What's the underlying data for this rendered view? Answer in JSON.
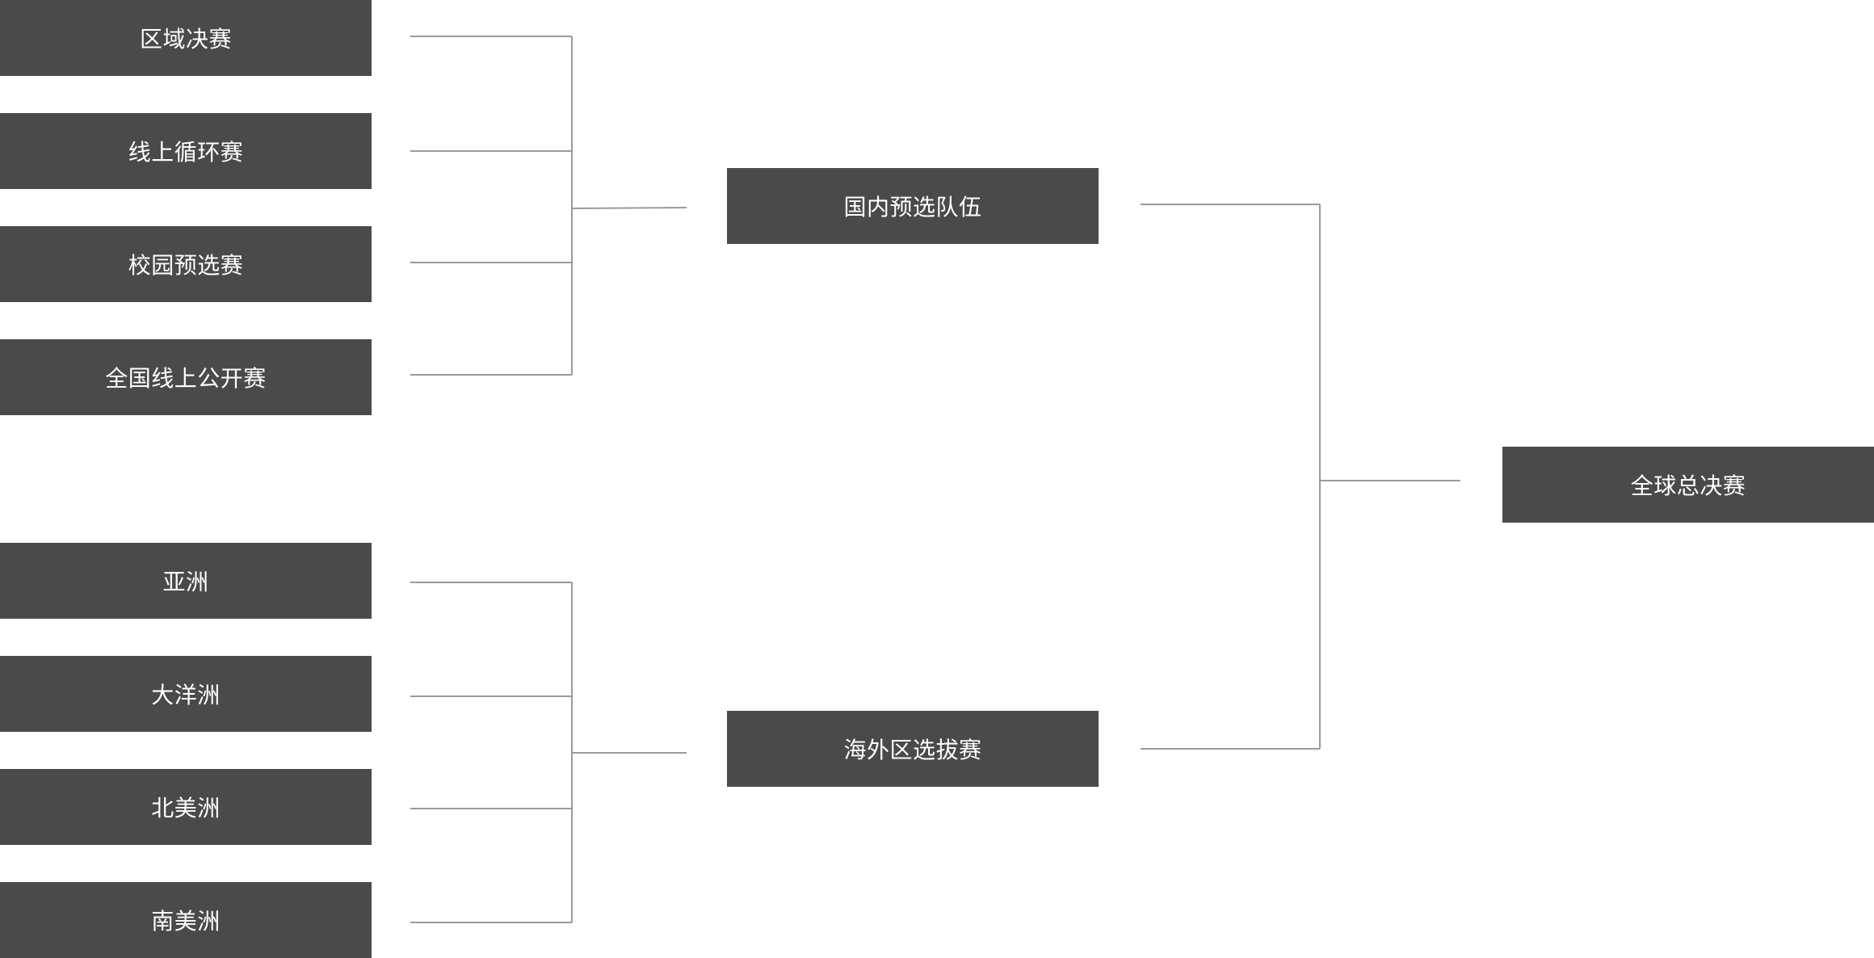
{
  "diagram": {
    "colors": {
      "node_fill": "#4a4a4a",
      "node_text": "#ffffff",
      "connector": "#9a9a9a",
      "background": "#ffffff"
    },
    "round1": [
      {
        "label": "区域决赛"
      },
      {
        "label": "线上循环赛"
      },
      {
        "label": "校园预选赛"
      },
      {
        "label": "全国线上公开赛"
      },
      {
        "label": "亚洲"
      },
      {
        "label": "大洋洲"
      },
      {
        "label": "北美洲"
      },
      {
        "label": "南美洲"
      }
    ],
    "round2": [
      {
        "label": "国内预选队伍"
      },
      {
        "label": "海外区选拔赛"
      }
    ],
    "final": {
      "label": "全球总决赛"
    }
  }
}
